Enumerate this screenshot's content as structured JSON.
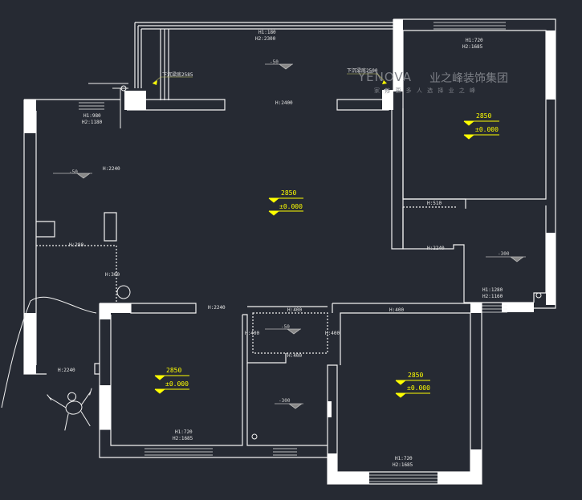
{
  "watermark": {
    "brand_en": "YENOVA",
    "brand_cn": "业之峰装饰集团",
    "slogan": "家 修 更 多 人 选 择 业 之 峰"
  },
  "heights": {
    "top_window": "H1:180",
    "top_window_h2": "H2:2300",
    "top_right_window": "H1:720",
    "top_right_window_h2": "H2:1685",
    "left_window": "H1:980",
    "left_window_h2": "H2:1180",
    "corridor": "H:2400",
    "left_room": "H:2240",
    "left_room_lower": "H:280",
    "left_opening": "H:300",
    "right_mid": "H:2240",
    "right_mid_beam": "H:510",
    "right_lower_window": "H1:1280",
    "right_lower_window_h2": "H2:1160",
    "center_left": "H:2240",
    "bath_top": "H:400",
    "bath_left": "H:400",
    "bath_right": "H:400",
    "bath_bottom": "H:400",
    "right_lower_top": "H:400",
    "outside_left": "H:2240",
    "bl_window": "H1:720",
    "bl_window_h2": "H2:1685",
    "br_window": "H1:720",
    "br_window_h2": "H2:1685"
  },
  "levels": {
    "ceiling_main": "2850",
    "floor_main": "±0.000",
    "ceiling_tr": "2850",
    "floor_tr": "±0.000",
    "ceiling_bl": "2850",
    "floor_bl": "±0.000",
    "ceiling_br": "2850",
    "floor_br": "±0.000",
    "drop_top": "-50",
    "drop_left": "-50",
    "drop_bath": "-50",
    "drop_right": "-300",
    "drop_small": "-300"
  },
  "notes": {
    "note_left": "下沉梁底2585",
    "note_right": "下沉梁底2500"
  }
}
